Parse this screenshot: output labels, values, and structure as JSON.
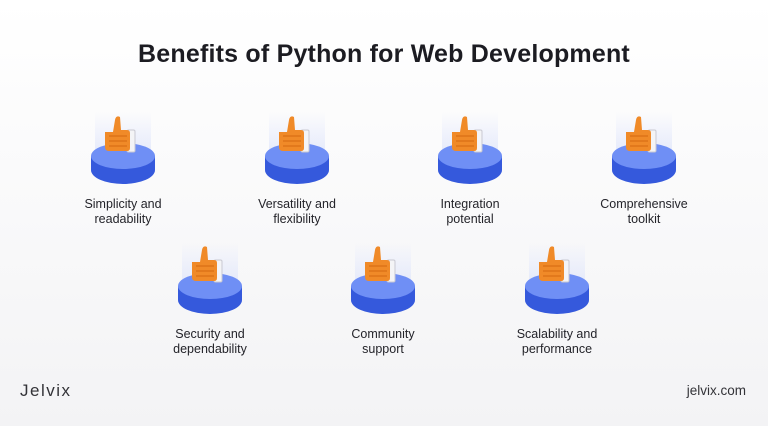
{
  "title": "Benefits of Python for Web Development",
  "colors": {
    "disc_top": "#6f8ff5",
    "disc_side": "#3559dc",
    "hand": "#f08a28",
    "hand_dark": "#d96f14",
    "beam": "#e4e9fb"
  },
  "benefits": [
    {
      "line1": "Simplicity and",
      "line2": "readability",
      "icon": "thumbs-up-icon"
    },
    {
      "line1": "Versatility and",
      "line2": "flexibility",
      "icon": "thumbs-up-icon"
    },
    {
      "line1": "Integration",
      "line2": "potential",
      "icon": "thumbs-up-icon"
    },
    {
      "line1": "Comprehensive",
      "line2": "toolkit",
      "icon": "thumbs-up-icon"
    },
    {
      "line1": "Security and",
      "line2": "dependability",
      "icon": "thumbs-up-icon"
    },
    {
      "line1": "Community",
      "line2": "support",
      "icon": "thumbs-up-icon"
    },
    {
      "line1": "Scalability and",
      "line2": "performance",
      "icon": "thumbs-up-icon"
    }
  ],
  "footer": {
    "brand": "Jelvix",
    "site": "jelvix.com"
  }
}
